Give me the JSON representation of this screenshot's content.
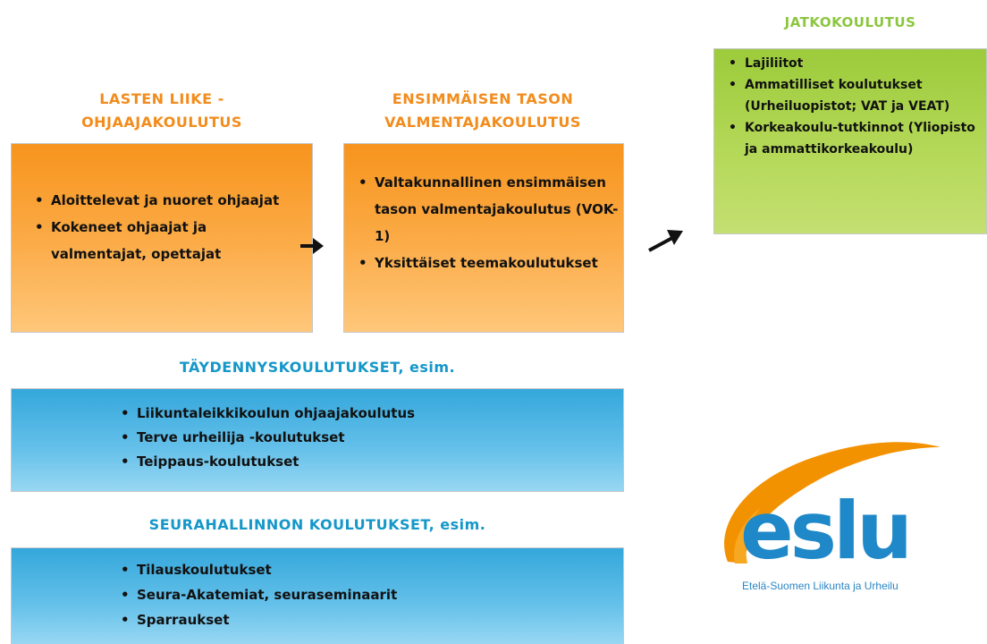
{
  "lasten": {
    "heading": [
      "LASTEN LIIKE -",
      "OHJAAJAKOULUTUS"
    ],
    "items": [
      "Aloittelevat ja nuoret ohjaajat",
      "Kokeneet ohjaajat ja valmentajat, opettajat"
    ]
  },
  "ensimmainen": {
    "heading": [
      "ENSIMMÄISEN TASON",
      "VALMENTAJAKOULUTUS"
    ],
    "items": [
      "Valtakunnallinen ensimmäisen tason valmentajakoulutus (VOK-1)",
      "Yksittäiset teemakoulutukset"
    ]
  },
  "jatko": {
    "heading": "JATKOKOULUTUS",
    "items": [
      "Lajiliitot",
      "Ammatilliset koulutukset (Urheiluopistot; VAT ja VEAT)",
      "Korkeakoulu-tutkinnot (Yliopisto ja ammattikorkeakoulu)"
    ]
  },
  "taydennys": {
    "heading": "TÄYDENNYSKOULUTUKSET, esim.",
    "items": [
      "Liikuntaleikkikoulun ohjaajakoulutus",
      "Terve urheilija -koulutukset",
      "Teippaus-koulutukset"
    ]
  },
  "seura": {
    "heading": "SEURAHALLINNON KOULUTUKSET, esim.",
    "items": [
      "Tilauskoulutukset",
      "Seura-Akatemiat, seuraseminaarit",
      "Sparraukset"
    ]
  },
  "logo": {
    "wordmark": "eslu",
    "caption": "Etelä-Suomen Liikunta ja Urheilu"
  },
  "colors": {
    "orange": "#f7941d",
    "green": "#9ccb3b",
    "blue": "#34a7db",
    "heading_orange": "#f28c1c",
    "heading_blue": "#1597c9"
  }
}
